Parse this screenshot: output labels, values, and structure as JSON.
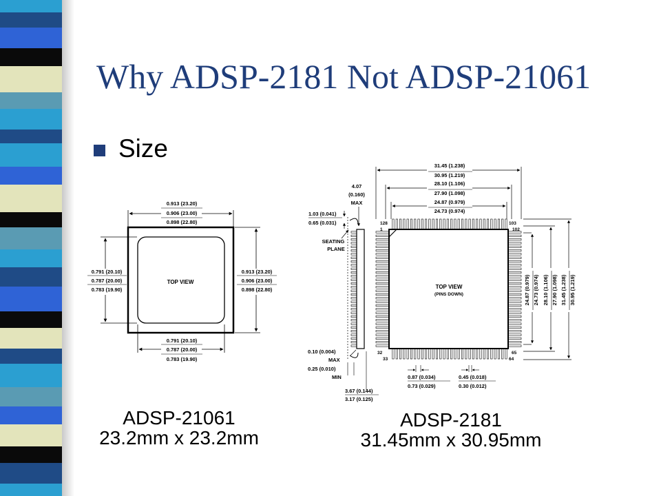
{
  "slide": {
    "title": "Why ADSP-2181 Not ADSP-21061",
    "bullet": "Size"
  },
  "left_package": {
    "caption_line1": "ADSP-21061",
    "caption_line2": "23.2mm x 23.2mm",
    "top_view": "TOP VIEW",
    "top_dims": [
      "0.913 (23.20)",
      "0.906 (23.00)",
      "0.898 (22.80)"
    ],
    "left_dims": [
      "0.791 (20.10)",
      "0.787 (20.00)",
      "0.783 (19.90)"
    ],
    "right_dims": [
      "0.913 (23.20)",
      "0.906 (23.00)",
      "0.898 (22.80)"
    ],
    "bottom_dims": [
      "0.791 (20.10)",
      "0.787 (20.00)",
      "0.783 (19.90)"
    ]
  },
  "right_package": {
    "caption_line1": "ADSP-2181",
    "caption_line2": "31.45mm x 30.95mm",
    "top_view": "TOP VIEW",
    "pins_down": "(PINS DOWN)",
    "top_dims": [
      "31.45 (1.238)",
      "30.95 (1.219)",
      "28.10 (1.106)",
      "27.90 (1.098)",
      "24.87 (0.979)",
      "24.73 (0.974)"
    ],
    "right_dims": [
      "24.87 (0.979)",
      "24.73 (0.974)",
      "28.10 (1.106)",
      "27.90 (1.098)",
      "31.45 (1.238)",
      "30.95 (1.219)"
    ],
    "height_dims": [
      "4.07",
      "(0.160)",
      "MAX"
    ],
    "lead_dims": [
      "1.03 (0.041)",
      "0.65 (0.031)"
    ],
    "seating_plane": [
      "SEATING",
      "PLANE"
    ],
    "standoff": [
      "0.10 (0.004)",
      "MAX"
    ],
    "min_height": [
      "0.25 (0.010)",
      "MIN"
    ],
    "body_thickness": [
      "3.67 (0.144)",
      "3.17 (0.125)"
    ],
    "pitch_dims": [
      "0.87 (0.034)",
      "0.73 (0.029)"
    ],
    "lead_width_dims": [
      "0.45 (0.018)",
      "0.30 (0.012)"
    ],
    "pin_numbers": [
      "128",
      "1",
      "103",
      "102",
      "32",
      "33",
      "65",
      "64"
    ]
  },
  "colors": {
    "title": "#1f3d7a",
    "bullet": "#1f3d7a",
    "stripe_palette": [
      "#2b9fd1",
      "#1f4b86",
      "#2f63d6",
      "#0a0a0a",
      "#e3e4bb",
      "#5a9bb3",
      "#2b9fd1",
      "#1f4b86"
    ]
  }
}
